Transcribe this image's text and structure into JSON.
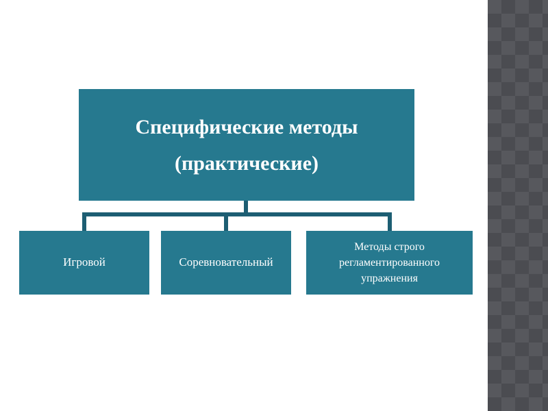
{
  "slide": {
    "background_color": "#ffffff",
    "box_color": "#26798f",
    "connector_color": "#1d5e73",
    "sidebar_base_color": "#57585d",
    "sidebar_diamond_color": "#4b4c51"
  },
  "diagram": {
    "root": {
      "line1": "Специфические методы",
      "line2": "(практические)"
    },
    "children": [
      {
        "label": "Игровой"
      },
      {
        "label": "Соревновательный"
      },
      {
        "label": "Методы строго регламентированного упражнения"
      }
    ]
  }
}
